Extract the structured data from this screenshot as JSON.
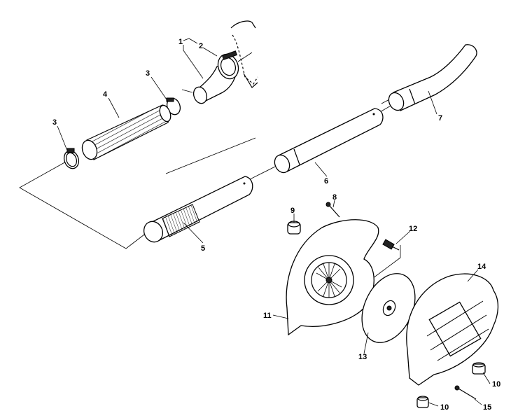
{
  "parts": [
    {
      "id": "1",
      "label": "1"
    },
    {
      "id": "2",
      "label": "2"
    },
    {
      "id": "3a",
      "label": "3"
    },
    {
      "id": "3b",
      "label": "3"
    },
    {
      "id": "4",
      "label": "4"
    },
    {
      "id": "5",
      "label": "5"
    },
    {
      "id": "6",
      "label": "6"
    },
    {
      "id": "7",
      "label": "7"
    },
    {
      "id": "8",
      "label": "8"
    },
    {
      "id": "9",
      "label": "9"
    },
    {
      "id": "10a",
      "label": "10"
    },
    {
      "id": "10b",
      "label": "10"
    },
    {
      "id": "11",
      "label": "11"
    },
    {
      "id": "12",
      "label": "12"
    },
    {
      "id": "13",
      "label": "13"
    },
    {
      "id": "14",
      "label": "14"
    },
    {
      "id": "15",
      "label": "15"
    }
  ]
}
